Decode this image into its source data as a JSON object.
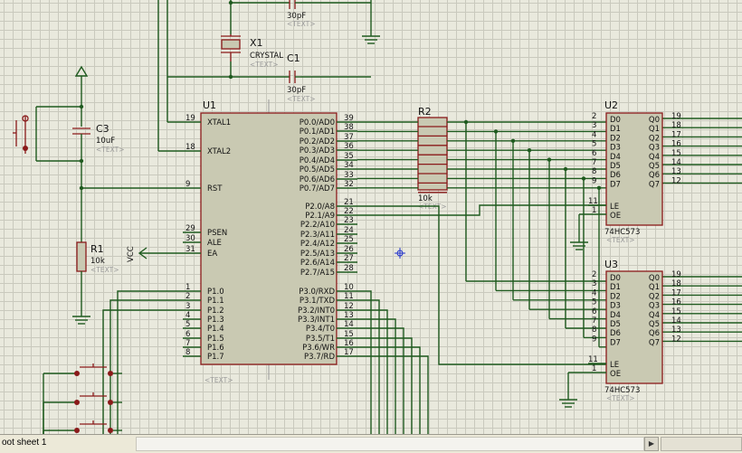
{
  "status": {
    "sheet": "oot sheet 1"
  },
  "u1": {
    "ref": "U1",
    "text": "<TEXT>",
    "left_pins": [
      {
        "num": "19",
        "name": "XTAL1"
      },
      {
        "num": "18",
        "name": "XTAL2"
      },
      {
        "num": "9",
        "name": "RST"
      },
      {
        "num": "29",
        "name": "PSEN"
      },
      {
        "num": "30",
        "name": "ALE"
      },
      {
        "num": "31",
        "name": "EA"
      },
      {
        "num": "1",
        "name": "P1.0"
      },
      {
        "num": "2",
        "name": "P1.1"
      },
      {
        "num": "3",
        "name": "P1.2"
      },
      {
        "num": "4",
        "name": "P1.3"
      },
      {
        "num": "5",
        "name": "P1.4"
      },
      {
        "num": "6",
        "name": "P1.5"
      },
      {
        "num": "7",
        "name": "P1.6"
      },
      {
        "num": "8",
        "name": "P1.7"
      }
    ],
    "right_pins": [
      {
        "num": "39",
        "name": "P0.0/AD0"
      },
      {
        "num": "38",
        "name": "P0.1/AD1"
      },
      {
        "num": "37",
        "name": "P0.2/AD2"
      },
      {
        "num": "36",
        "name": "P0.3/AD3"
      },
      {
        "num": "35",
        "name": "P0.4/AD4"
      },
      {
        "num": "34",
        "name": "P0.5/AD5"
      },
      {
        "num": "33",
        "name": "P0.6/AD6"
      },
      {
        "num": "32",
        "name": "P0.7/AD7"
      },
      {
        "num": "21",
        "name": "P2.0/A8"
      },
      {
        "num": "22",
        "name": "P2.1/A9"
      },
      {
        "num": "23",
        "name": "P2.2/A10"
      },
      {
        "num": "24",
        "name": "P2.3/A11"
      },
      {
        "num": "25",
        "name": "P2.4/A12"
      },
      {
        "num": "26",
        "name": "P2.5/A13"
      },
      {
        "num": "27",
        "name": "P2.6/A14"
      },
      {
        "num": "28",
        "name": "P2.7/A15"
      },
      {
        "num": "10",
        "name": "P3.0/RXD"
      },
      {
        "num": "11",
        "name": "P3.1/TXD"
      },
      {
        "num": "12",
        "name": "P3.2/INT0"
      },
      {
        "num": "13",
        "name": "P3.3/INT1"
      },
      {
        "num": "14",
        "name": "P3.4/T0"
      },
      {
        "num": "15",
        "name": "P3.5/T1"
      },
      {
        "num": "16",
        "name": "P3.6/WR"
      },
      {
        "num": "17",
        "name": "P3.7/RD"
      }
    ]
  },
  "latch": {
    "left_names": [
      "D0",
      "D1",
      "D2",
      "D3",
      "D4",
      "D5",
      "D6",
      "D7"
    ],
    "left_nums": [
      "2",
      "3",
      "4",
      "5",
      "6",
      "7",
      "8",
      "9"
    ],
    "right_names": [
      "Q0",
      "Q1",
      "Q2",
      "Q3",
      "Q4",
      "Q5",
      "Q6",
      "Q7"
    ],
    "right_nums": [
      "19",
      "18",
      "17",
      "16",
      "15",
      "14",
      "13",
      "12"
    ],
    "le": "LE",
    "oe": "OE",
    "le_num": "11",
    "oe_num": "1",
    "part": "74HC573",
    "text": "<TEXT>"
  },
  "u2": {
    "ref": "U2"
  },
  "u3": {
    "ref": "U3"
  },
  "r2": {
    "ref": "R2",
    "value": "10k",
    "text": "<TEXT>"
  },
  "x1": {
    "ref": "X1",
    "value": "CRYSTAL",
    "text": "<TEXT>"
  },
  "c1": {
    "ref": "C1",
    "value": "30pF",
    "text": "<TEXT>"
  },
  "c2": {
    "value": "30pF",
    "text": "<TEXT>"
  },
  "c3": {
    "ref": "C3",
    "value": "10uF",
    "text": "<TEXT>"
  },
  "r1": {
    "ref": "R1",
    "value": "10k",
    "text": "<TEXT>"
  },
  "vcc": {
    "label": "VCC"
  }
}
